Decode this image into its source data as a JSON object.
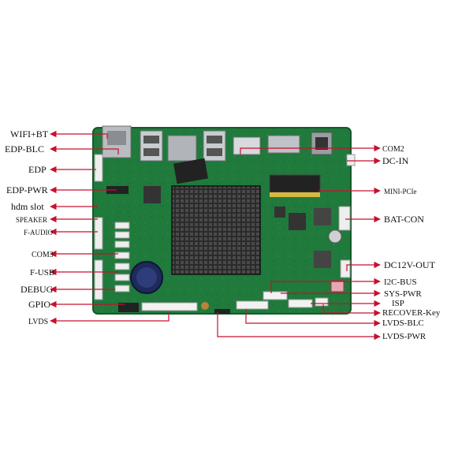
{
  "colors": {
    "pcb": "#1f7a3c",
    "pcb_dark": "#155a2b",
    "callout_line": "#c8102e",
    "label_text": "#111111"
  },
  "labels_left": [
    "WIFI+BT",
    "EDP-BLC",
    "EDP",
    "EDP-PWR",
    "hdm slot",
    "SPEAKER",
    "F-AUDIO",
    "COM3",
    "F-USB",
    "DEBUG",
    "GPIO",
    "LVDS"
  ],
  "labels_right": [
    "COM2",
    "DC-IN",
    "MINI-PCIe",
    "BAT-CON",
    "DC12V-OUT",
    "I2C-BUS",
    "SYS-PWR",
    "ISP",
    "RECOVER-Key",
    "LVDS-BLC",
    "LVDS-PWR"
  ],
  "icons": {
    "board": "motherboard-icon",
    "heatsink": "heatsink-icon",
    "battery": "coin-battery-icon",
    "arrow": "arrowhead-icon"
  }
}
